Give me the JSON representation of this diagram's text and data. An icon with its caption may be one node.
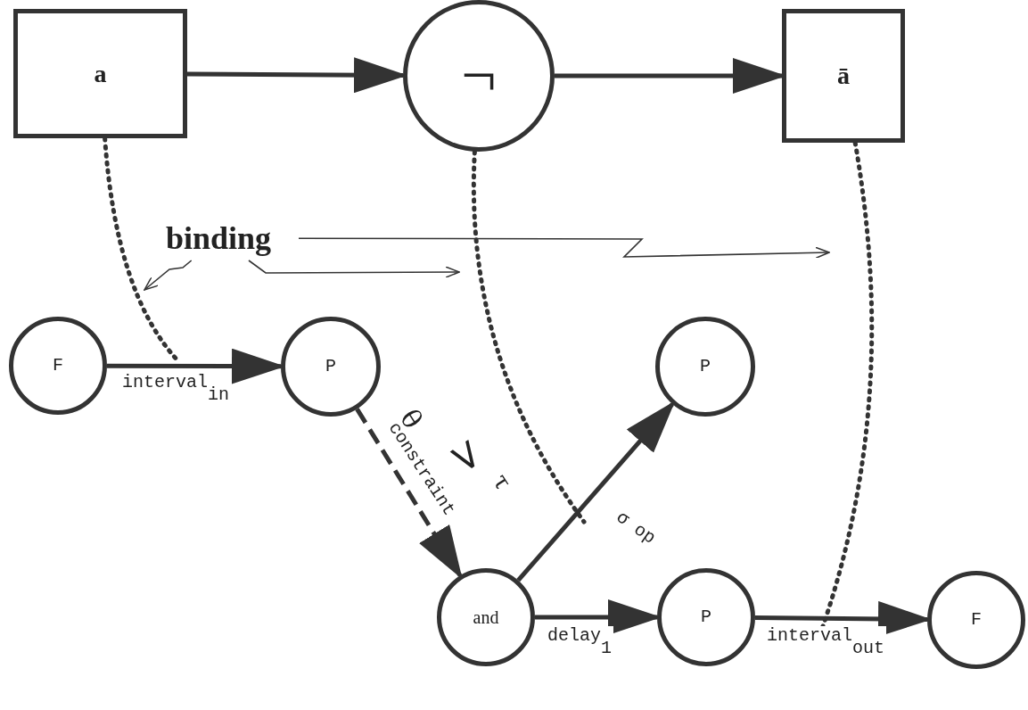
{
  "diagram": {
    "nodes": [
      {
        "text": [
          "a"
        ]
      },
      {
        "text": [
          "¬"
        ]
      },
      {
        "text": [
          "ā"
        ]
      },
      {
        "text": [
          "F"
        ]
      },
      {
        "text": [
          "P"
        ]
      },
      {
        "text": [
          "P"
        ]
      },
      {
        "text": [
          "and"
        ]
      },
      {
        "text": [
          "P"
        ]
      },
      {
        "text": [
          "F"
        ]
      },
      {
        "text": [
          "binding"
        ]
      }
    ],
    "edges": [
      {
        "from": 0,
        "to": 1,
        "arrow": "to"
      },
      {
        "from": 1,
        "to": 2,
        "arrow": "to"
      },
      {
        "from": 3,
        "to": 4,
        "arrow": "to",
        "label": "interval$_{in}$"
      },
      {
        "from": 4,
        "to": 6,
        "arrow": "to",
        "label": "constraint",
        "style": "dashed"
      },
      {
        "from": 6,
        "to": 5,
        "arrow": "to",
        "label": "σ op"
      },
      {
        "from": 6,
        "to": 7,
        "arrow": "to",
        "label": "delay$_{1}$"
      },
      {
        "from": 7,
        "to": 8,
        "arrow": "to",
        "label": "interval$_{out}$"
      },
      {
        "from": 0,
        "to": null,
        "arrow": "none",
        "style": "dashed"
      },
      {
        "from": 1,
        "to": null,
        "arrow": "none",
        "style": "dashed"
      },
      {
        "from": 2,
        "to": null,
        "arrow": "none",
        "style": "dashed"
      },
      {
        "from": 9,
        "to": null,
        "arrow": "to"
      },
      {
        "from": 9,
        "to": null,
        "arrow": "to"
      },
      {
        "from": 9,
        "to": null,
        "arrow": "to"
      }
    ],
    "labels": [
      "θ",
      ">",
      "τ"
    ]
  }
}
